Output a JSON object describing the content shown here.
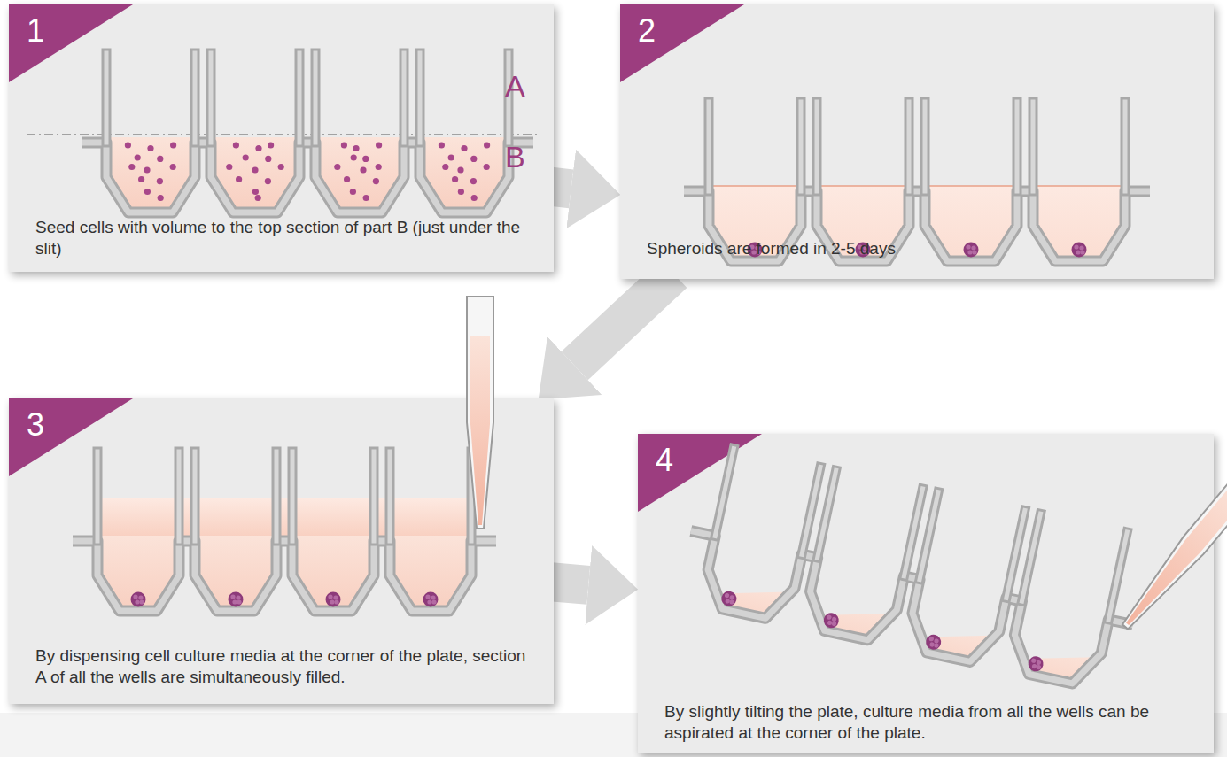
{
  "diagram": {
    "nodes": [
      {
        "text": [
          "1",
          "Seed cells with volume to the top section of part B (just under the slit)"
        ]
      },
      {
        "text": [
          "2",
          "Spheroids are formed in 2-5 days"
        ]
      },
      {
        "text": [
          "3",
          "By dispensing cell culture media at the corner of the plate, section A of all the wells are simultaneously filled."
        ]
      },
      {
        "text": [
          "4",
          "By slightly tilting the plate, culture media from all the wells can be aspirated at the corner of the plate."
        ]
      }
    ],
    "edges": [
      {
        "from": 0,
        "to": 1,
        "arrow": "to"
      },
      {
        "from": 1,
        "to": 2,
        "arrow": "to"
      },
      {
        "from": 2,
        "to": 3,
        "arrow": "to"
      }
    ],
    "labels": [
      "A",
      "B"
    ]
  }
}
